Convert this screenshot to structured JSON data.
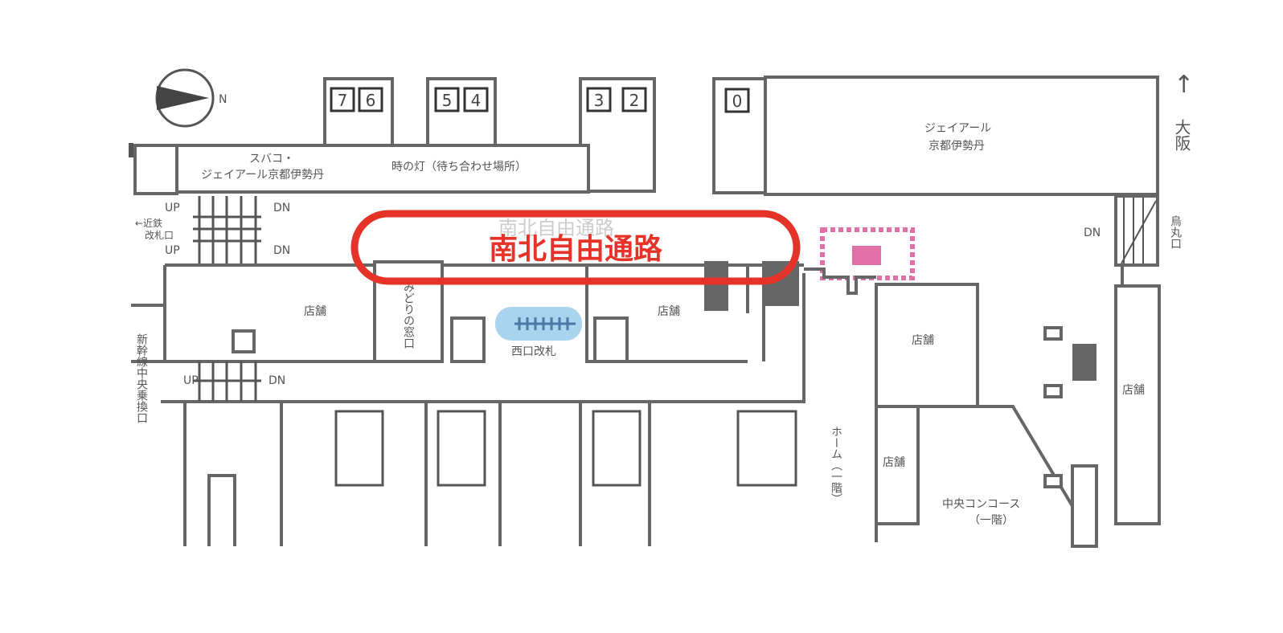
{
  "map": {
    "compass_label": "N",
    "platforms": [
      "7",
      "6",
      "5",
      "4",
      "3",
      "2",
      "0"
    ],
    "isetan_west": [
      "スバコ・",
      "ジェイアール京都伊勢丹"
    ],
    "toki_no_akari": "時の灯（待ち合わせ場所）",
    "isetan_east": [
      "ジェイアール",
      "京都伊勢丹"
    ],
    "osaka_arrow": "↑",
    "osaka": "大阪",
    "up": "UP",
    "dn": "DN",
    "kintetsu": [
      "←近鉄",
      "改札口"
    ],
    "corridor_faded": "南北自由通路",
    "karasuma": "烏丸口",
    "shop": "店舗",
    "midori": "みどりの窓口",
    "west_gate": "西口改札",
    "shinkansen": "新幹線中央乗換口",
    "platform_floor": "ホーム（一階）",
    "central_concourse": [
      "中央コンコース",
      "（一階）"
    ]
  },
  "highlight": {
    "label": "南北自由通路",
    "color": "#e63329",
    "marker_color": "#e070a8",
    "gate_color": "#a8d4ee"
  }
}
